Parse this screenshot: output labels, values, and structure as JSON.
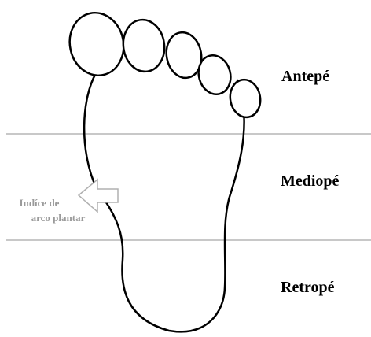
{
  "regions": {
    "forefoot": "Antepé",
    "midfoot": "Mediopé",
    "rearfoot": "Retropé"
  },
  "annotation": {
    "line1": "Indíce de",
    "line2": "arco plantar"
  },
  "colors": {
    "outline": "#000000",
    "divider": "#c8c8c8",
    "annotation": "#9a9a9a",
    "background": "#ffffff"
  },
  "icons": {
    "arrow": "left-arrow-icon"
  }
}
